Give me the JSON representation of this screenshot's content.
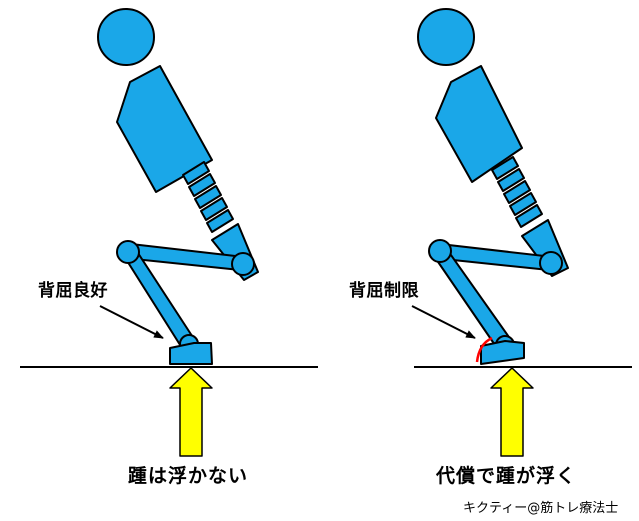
{
  "colors": {
    "body": "#1aa7e8",
    "outline": "#000000",
    "arrow_fill": "#ffff00",
    "angle_mark": "#ff0000",
    "background": "#ffffff"
  },
  "left_panel": {
    "dorsiflexion_label": "背屈良好",
    "result_caption": "踵は浮かない"
  },
  "right_panel": {
    "dorsiflexion_label": "背屈制限",
    "result_caption": "代償で踵が浮く"
  },
  "credit": "キクティー@筋トレ療法士"
}
